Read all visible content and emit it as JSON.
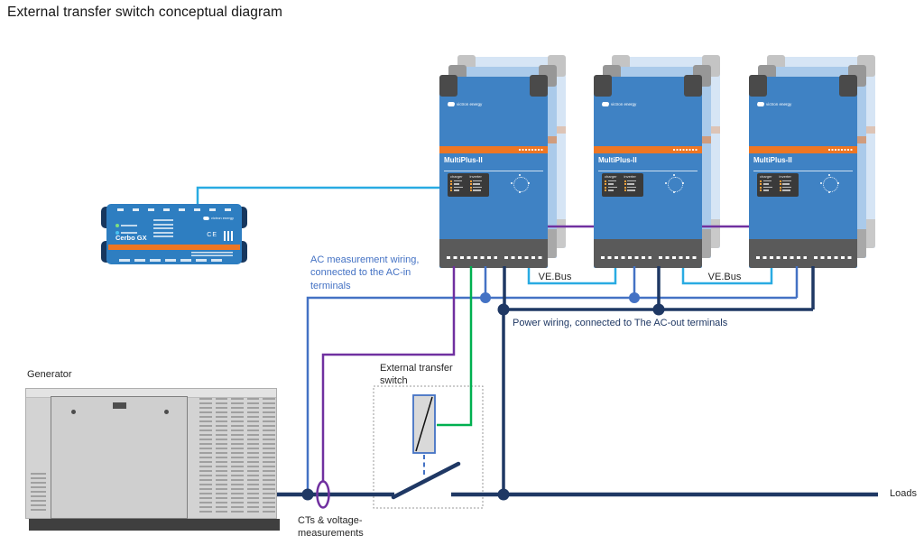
{
  "title": "External transfer switch conceptual diagram",
  "colors": {
    "vebus_cyan": "#29ABE2",
    "ac_measurement_blue": "#4472C4",
    "power_navy": "#1F3864",
    "ct_purple": "#7030A0",
    "relay_green": "#00B050",
    "victron_blue": "#3F82C4",
    "cerbo_blue": "#2E7EC1",
    "victron_orange": "#EE7623"
  },
  "devices": {
    "multiplus": {
      "name": "MultiPlus-II",
      "brand": "victron energy",
      "panel": {
        "left_header": "charger",
        "right_header": "inverter"
      }
    },
    "cerbo": {
      "name": "Cerbo GX",
      "brand": "victron energy",
      "ce_mark": "CE"
    },
    "generator": {
      "label": "Generator"
    },
    "transfer_switch": {
      "label_line1": "External transfer",
      "label_line2": "switch"
    }
  },
  "labels": {
    "vebus": "VE.Bus",
    "ac_measurement": {
      "line1": "AC measurement wiring,",
      "line2": "connected to the AC-in",
      "line3": "terminals"
    },
    "power_wiring": "Power wiring, connected to The AC-out terminals",
    "cts": {
      "line1": "CTs & voltage-",
      "line2": "measurements"
    },
    "loads": "Loads"
  }
}
